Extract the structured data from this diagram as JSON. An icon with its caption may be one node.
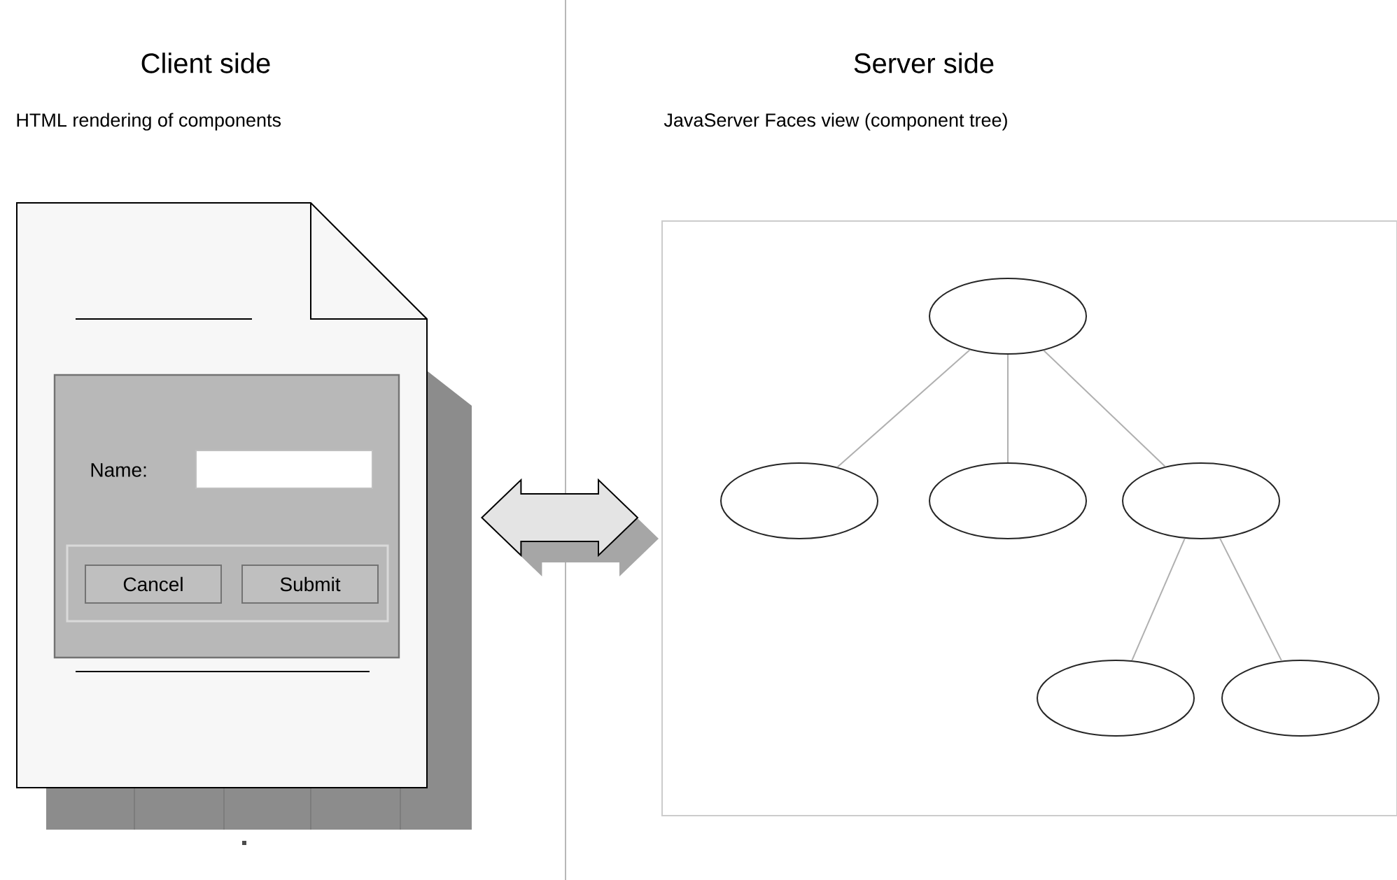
{
  "diagram": {
    "nodes": [
      {
        "text": [],
        "shape": "picture"
      },
      {
        "text": [
          "Name:"
        ],
        "in": 0
      },
      {
        "text": [],
        "shape": "box",
        "in": 1
      },
      {
        "text": [
          "Cancel"
        ],
        "in": 1
      },
      {
        "text": [
          "Submit"
        ],
        "in": 1
      },
      {
        "text": [],
        "shape": "box"
      },
      {
        "text": [],
        "shape": "circle",
        "in": 5
      },
      {
        "text": [],
        "shape": "circle",
        "in": 5
      },
      {
        "text": [],
        "shape": "circle",
        "in": 5
      },
      {
        "text": [],
        "shape": "circle",
        "in": 5
      },
      {
        "text": [],
        "shape": "circle",
        "in": 5
      },
      {
        "text": [],
        "shape": "circle",
        "in": 5
      }
    ],
    "edges": [
      {
        "from": 0,
        "to": 5,
        "arrow": "both",
        "style": "thick"
      },
      {
        "from": 6,
        "to": 7,
        "arrow": "none"
      },
      {
        "from": 6,
        "to": 8,
        "arrow": "none"
      },
      {
        "from": 6,
        "to": 9,
        "arrow": "none"
      },
      {
        "from": 9,
        "to": 10,
        "arrow": "none"
      },
      {
        "from": 9,
        "to": 11,
        "arrow": "none"
      }
    ],
    "labels": [
      "Client side",
      "HTML rendering of components",
      "Server side",
      "JavaServer Faces view (component tree)"
    ]
  }
}
